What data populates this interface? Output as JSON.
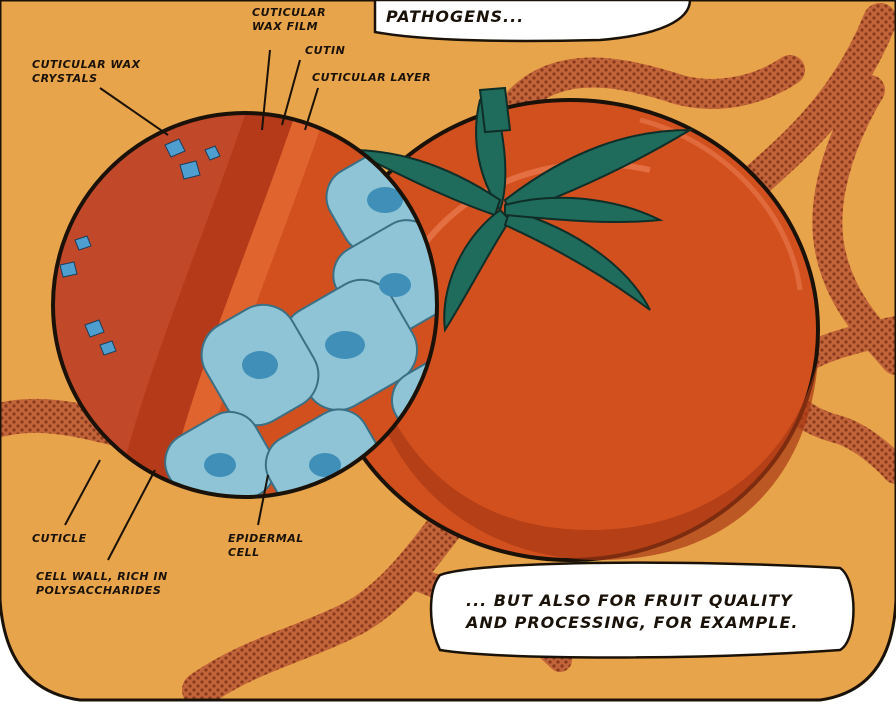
{
  "labels": {
    "cuticular_wax_film": [
      "CUTICULAR",
      "WAX FILM"
    ],
    "cutin": "CUTIN",
    "cuticular_layer": "CUTICULAR LAYER",
    "cuticular_wax_crystals": [
      "CUTICULAR WAX",
      "CRYSTALS"
    ],
    "cuticle": "CUTICLE",
    "cell_wall": [
      "CELL WALL, RICH IN",
      "POLYSACCHARIDES"
    ],
    "epidermal_cell": [
      "EPIDERMAL",
      "CELL"
    ]
  },
  "bubbles": {
    "top": "PATHOGENS...",
    "bottom": [
      "... BUT ALSO FOR FRUIT QUALITY",
      "AND PROCESSING, FOR EXAMPLE."
    ]
  },
  "colors": {
    "background": "#e8a44a",
    "tomato": "#d2501e",
    "tomato_shade": "#a83812",
    "leaf": "#1f6b5c",
    "cell_blue": "#8fc4d6",
    "nucleus_blue": "#3f8fb8",
    "vine": "#c2643a"
  }
}
